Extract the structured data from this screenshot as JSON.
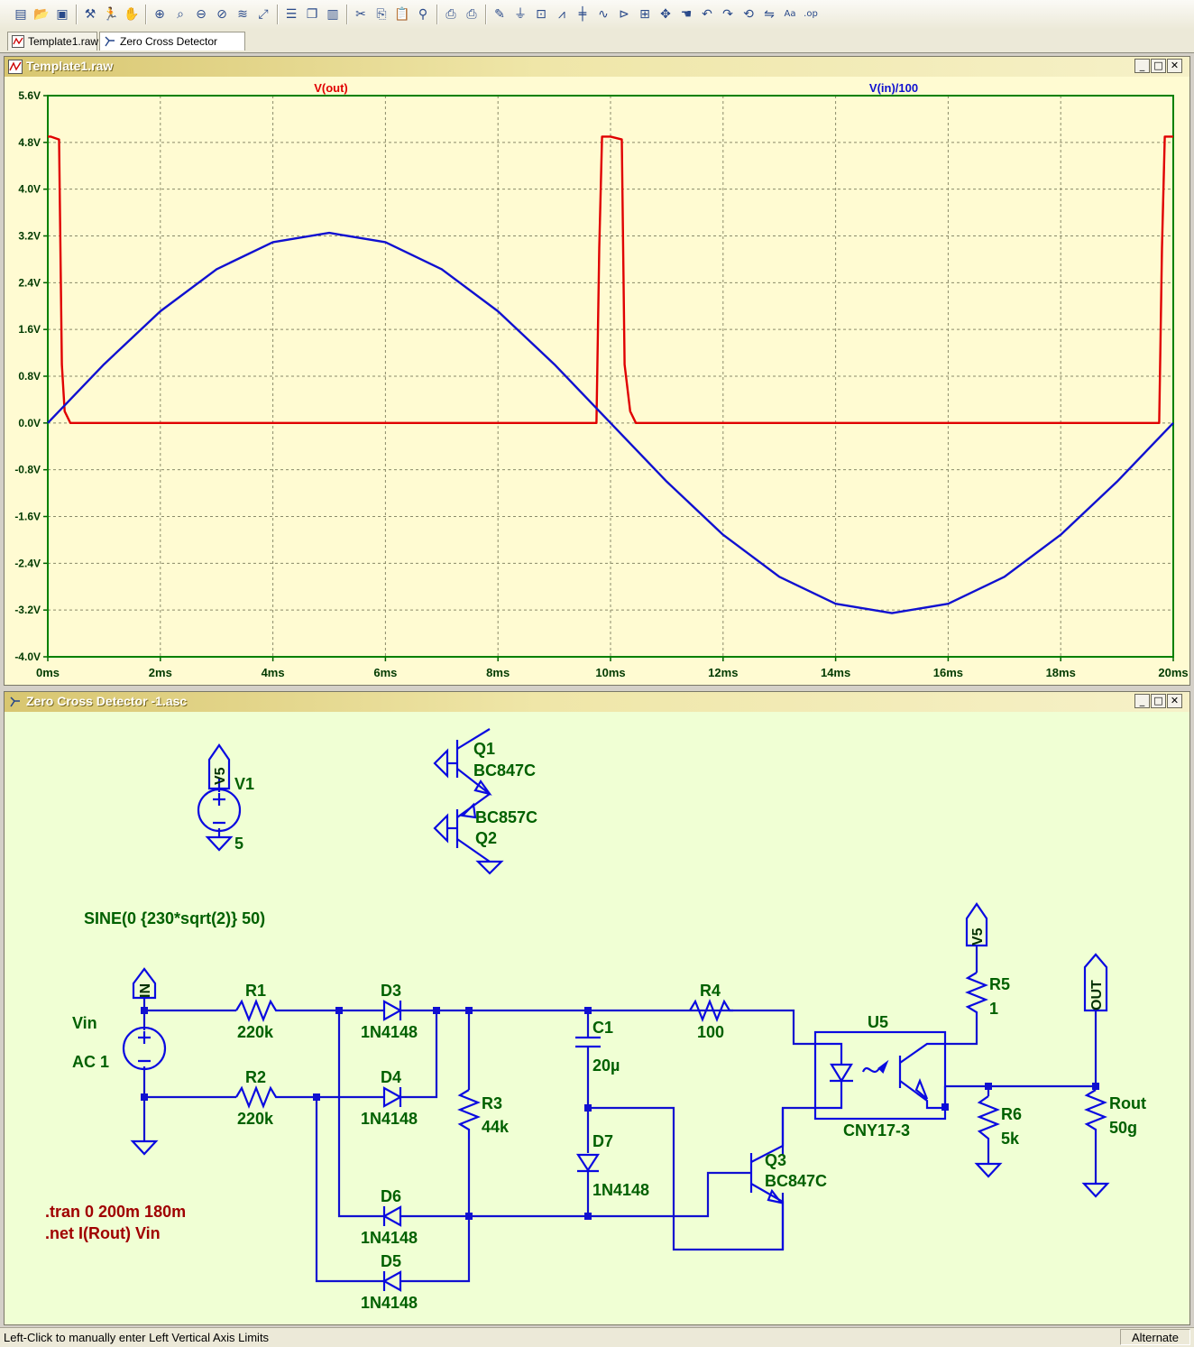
{
  "tabs": [
    {
      "label": "Template1.raw"
    },
    {
      "label": "Zero Cross Detector -1.asc"
    }
  ],
  "waveform_window": {
    "title": "Template1.raw"
  },
  "schematic_window": {
    "title": "Zero Cross Detector -1.asc"
  },
  "window_buttons": {
    "minimize": "_",
    "maximize": "□",
    "close": "✕"
  },
  "colors": {
    "vout": "#e00000",
    "vin": "#1010d0",
    "grid": "#8a8a6a",
    "plot_bg": "#fffbd2",
    "schematic_bg": "#f0ffd4",
    "wire": "#1010d0",
    "component": "#0a0ae0",
    "label": "#006000",
    "directive": "#a00000"
  },
  "chart_data": {
    "type": "line",
    "xlabel": "",
    "ylabel": "",
    "x_ticks": [
      "0ms",
      "2ms",
      "4ms",
      "6ms",
      "8ms",
      "10ms",
      "12ms",
      "14ms",
      "16ms",
      "18ms",
      "20ms"
    ],
    "y_ticks": [
      "5.6V",
      "4.8V",
      "4.0V",
      "3.2V",
      "2.4V",
      "1.6V",
      "0.8V",
      "0.0V",
      "-0.8V",
      "-1.6V",
      "-2.4V",
      "-3.2V",
      "-4.0V"
    ],
    "xlim": [
      0,
      20
    ],
    "ylim": [
      -4.0,
      5.6
    ],
    "grid": true,
    "series": [
      {
        "name": "V(out)",
        "color": "#e00000",
        "x": [
          0,
          0.05,
          0.2,
          0.25,
          0.3,
          0.4,
          9.75,
          9.8,
          9.85,
          10.0,
          10.2,
          10.25,
          10.35,
          10.45,
          19.75,
          19.8,
          19.85,
          20.0
        ],
        "y": [
          4.9,
          4.9,
          4.85,
          1.0,
          0.2,
          0.0,
          0.0,
          3.0,
          4.9,
          4.9,
          4.85,
          1.0,
          0.2,
          0.0,
          0.0,
          3.0,
          4.9,
          4.9
        ]
      },
      {
        "name": "V(in)/100",
        "color": "#1010d0",
        "x": [
          0,
          1,
          2,
          3,
          4,
          5,
          6,
          7,
          8,
          9,
          10,
          11,
          12,
          13,
          14,
          15,
          16,
          17,
          18,
          19,
          20
        ],
        "y": [
          0,
          1.005,
          1.911,
          2.631,
          3.093,
          3.253,
          3.093,
          2.631,
          1.911,
          1.005,
          0,
          -1.005,
          -1.911,
          -2.631,
          -3.093,
          -3.253,
          -3.093,
          -2.631,
          -1.911,
          -1.005,
          0
        ]
      }
    ]
  },
  "schematic": {
    "V1": {
      "name": "V1",
      "value": "5",
      "net": "V5"
    },
    "Q1": {
      "name": "Q1",
      "model": "BC847C"
    },
    "Q2": {
      "name": "Q2",
      "model": "BC857C"
    },
    "Vin": {
      "name": "Vin",
      "value": "AC 1",
      "func": "SINE(0 {230*sqrt(2)} 50)",
      "net": "IN"
    },
    "R1": {
      "name": "R1",
      "value": "220k"
    },
    "R2": {
      "name": "R2",
      "value": "220k"
    },
    "R3": {
      "name": "R3",
      "value": "44k"
    },
    "R4": {
      "name": "R4",
      "value": "100"
    },
    "R5": {
      "name": "R5",
      "value": "1"
    },
    "R6": {
      "name": "R6",
      "value": "5k"
    },
    "Rout": {
      "name": "Rout",
      "value": "50g"
    },
    "D3": {
      "name": "D3",
      "model": "1N4148"
    },
    "D4": {
      "name": "D4",
      "model": "1N4148"
    },
    "D5": {
      "name": "D5",
      "model": "1N4148"
    },
    "D6": {
      "name": "D6",
      "model": "1N4148"
    },
    "D7": {
      "name": "D7",
      "model": "1N4148"
    },
    "C1": {
      "name": "C1",
      "value": "20µ"
    },
    "Q3": {
      "name": "Q3",
      "model": "BC847C"
    },
    "U5": {
      "name": "U5",
      "model": "CNY17-3"
    },
    "net_v5": "V5",
    "net_out": "OUT",
    "directives": [
      ".tran 0 200m 180m",
      ".net I(Rout) Vin"
    ]
  },
  "status": {
    "text": "Left-Click to manually enter Left Vertical Axis Limits",
    "mode": "Alternate"
  },
  "toolbar_icons": [
    "new-schematic-icon",
    "open-icon",
    "save-icon",
    "control-panel-icon",
    "run-icon",
    "halt-icon",
    "zoom-in-icon",
    "zoom-area-icon",
    "zoom-out-icon",
    "zoom-cancel-icon",
    "autorange-icon",
    "zoom-full-icon",
    "tile-horizontal-icon",
    "cascade-icon",
    "tile-vertical-icon",
    "cut-icon",
    "copy-icon",
    "paste-icon",
    "find-icon",
    "print-setup-icon",
    "print-icon",
    "wire-icon",
    "ground-icon",
    "label-net-icon",
    "resistor-icon",
    "capacitor-icon",
    "inductor-icon",
    "diode-icon",
    "component-icon",
    "move-icon",
    "drag-icon",
    "undo-icon",
    "redo-icon",
    "rotate-icon",
    "mirror-icon",
    "text-icon",
    "spice-directive-icon"
  ]
}
